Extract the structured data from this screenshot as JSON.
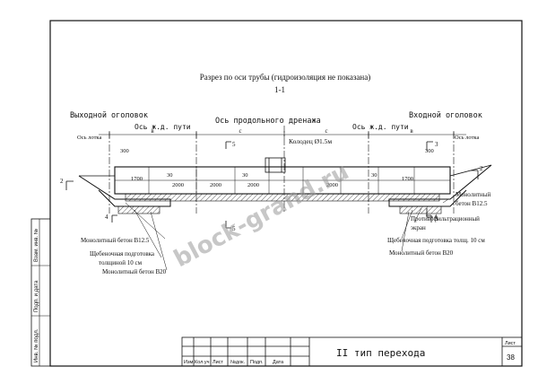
{
  "title": {
    "main": "Разрез по оси трубы (гидроизоляция не показана)",
    "section": "1-1"
  },
  "labels": {
    "outlet_head": "Выходной оголовок",
    "inlet_head": "Входной оголовок",
    "drain_axis": "Ось продольного дренажа",
    "rail_axis_left": "Ось ж.д. пути",
    "rail_axis_right": "Ось ж.д. пути",
    "tray_axis_left": "Ось лотка",
    "tray_axis_right": "Ось лотка",
    "well": "Колодец  Ø1.5м",
    "dim_b_left": "в",
    "dim_c_left": "с",
    "dim_c_right": "с",
    "dim_b_right": "в",
    "mark_300_left": "300",
    "mark_300_right": "300",
    "mark_1700_left": "1700",
    "mark_1700_right": "1700",
    "mark_30_a": "30",
    "mark_30_b": "30",
    "mark_30_c": "30",
    "mark_2000_a": "2000",
    "mark_2000_b": "2000",
    "mark_2000_c": "2000",
    "mark_2000_d": "2000",
    "sec_2_left": "2",
    "sec_2_right": "2",
    "sec_3_top": "3",
    "sec_3_bottom": "3",
    "sec_4_left": "4",
    "sec_4_right": "4",
    "sec_5_top": "5",
    "sec_5_bottom": "5",
    "monolith_b125_left": "Монолитный бетон В12.5",
    "gravel_left_1": "Щебеночная подготовка",
    "gravel_left_2": "толщиной 10 см",
    "monolith_b20_left": "Монолитный бетон В20",
    "monolith_b125_right_1": "Монолитный",
    "monolith_b125_right_2": "бетон В12.5",
    "anti_filter_1": "Противофильтрационный",
    "anti_filter_2": "экран",
    "gravel_right": "Щебеночная подготовка толщ. 10 см",
    "monolith_b20_right": "Монолитный бетон В20"
  },
  "watermark": {
    "text": "block-grand.ru"
  },
  "sidebar": {
    "fields": [
      "Инв. № подл.",
      "Подп. и дата",
      "Взам. инв. №"
    ]
  },
  "stamp": {
    "cols": [
      "Изм.",
      "Кол.уч",
      "Лист",
      "№док.",
      "Подп.",
      "Дата"
    ],
    "title": "II тип перехода",
    "sheet_label": "Лист",
    "sheet_no": "38"
  }
}
